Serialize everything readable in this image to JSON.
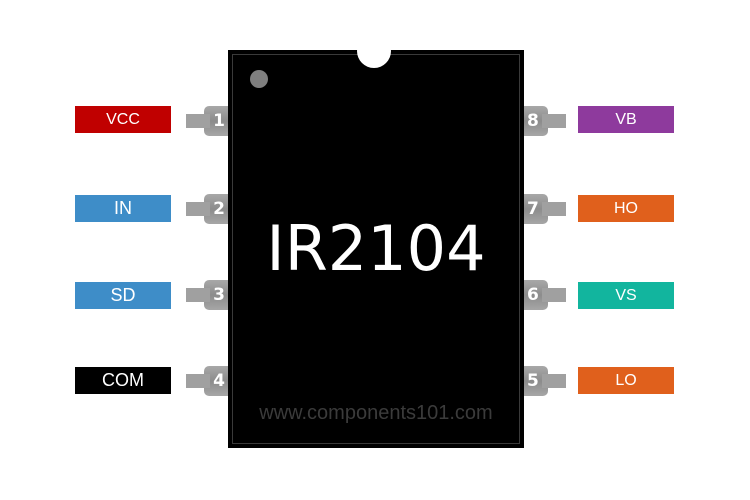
{
  "chip": {
    "name": "IR2104",
    "watermark": "www.components101.com"
  },
  "pins_left": [
    {
      "number": "1",
      "label": "VCC",
      "color": "#c00000"
    },
    {
      "number": "2",
      "label": "IN",
      "color": "#3e8dc8"
    },
    {
      "number": "3",
      "label": "SD",
      "color": "#3e8dc8"
    },
    {
      "number": "4",
      "label": "COM",
      "color": "#000000"
    }
  ],
  "pins_right": [
    {
      "number": "8",
      "label": "VB",
      "color": "#8e3a9d"
    },
    {
      "number": "7",
      "label": "HO",
      "color": "#e0601c"
    },
    {
      "number": "6",
      "label": "VS",
      "color": "#12b59e"
    },
    {
      "number": "5",
      "label": "LO",
      "color": "#e0601c"
    }
  ]
}
